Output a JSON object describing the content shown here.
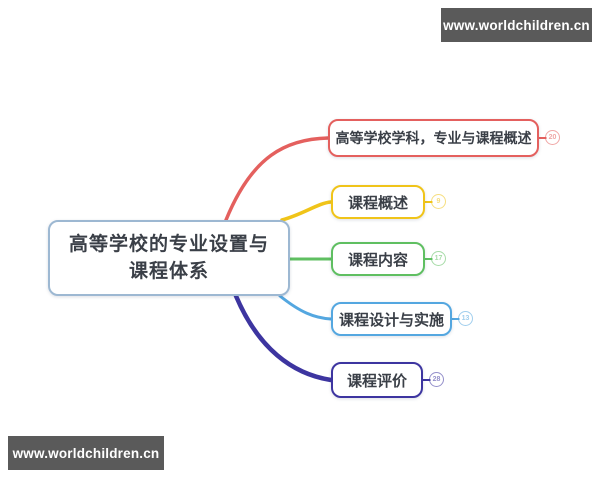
{
  "watermark_top": {
    "text": "www.worldchildren.cn"
  },
  "watermark_bottom": {
    "text": "www.worldchildren.cn"
  },
  "mindmap": {
    "root": {
      "label": "高等学校的专业设置与课程体系",
      "line1": "高等学校的专业设置与",
      "line2": "课程体系",
      "border_color": "#9db8d2",
      "text_color": "#3a3f47"
    },
    "branches": [
      {
        "label": "高等学校学科，专业与课程概述",
        "color": "#e4605e",
        "badge": "20"
      },
      {
        "label": "课程概述",
        "color": "#f0c419",
        "badge": "9"
      },
      {
        "label": "课程内容",
        "color": "#5fbf61",
        "badge": "17"
      },
      {
        "label": "课程设计与实施",
        "color": "#54a7e0",
        "badge": "13"
      },
      {
        "label": "课程评价",
        "color": "#3d35a0",
        "badge": "28"
      }
    ]
  }
}
